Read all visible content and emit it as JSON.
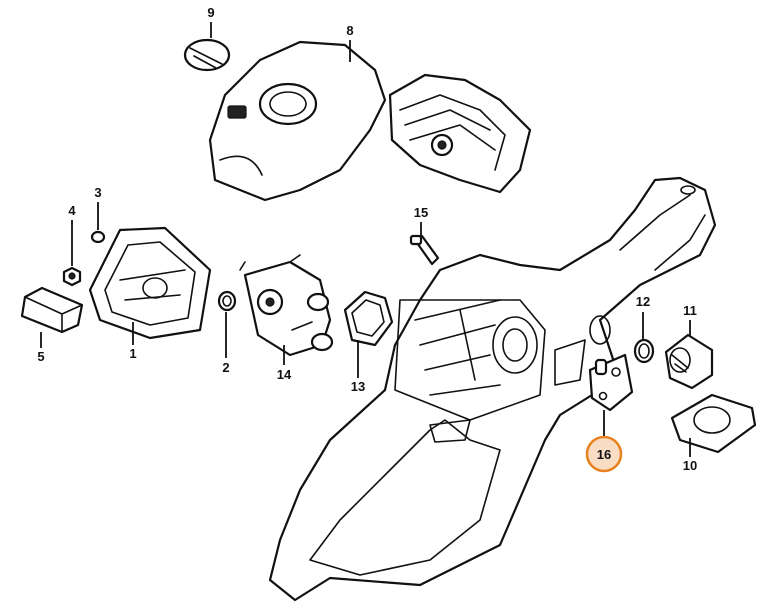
{
  "diagram": {
    "callouts": [
      {
        "id": "c1",
        "label": "1"
      },
      {
        "id": "c2",
        "label": "2"
      },
      {
        "id": "c3",
        "label": "3"
      },
      {
        "id": "c4",
        "label": "4"
      },
      {
        "id": "c5",
        "label": "5"
      },
      {
        "id": "c8",
        "label": "8"
      },
      {
        "id": "c9",
        "label": "9"
      },
      {
        "id": "c10",
        "label": "10"
      },
      {
        "id": "c11",
        "label": "11"
      },
      {
        "id": "c12",
        "label": "12"
      },
      {
        "id": "c13",
        "label": "13"
      },
      {
        "id": "c14",
        "label": "14"
      },
      {
        "id": "c15",
        "label": "15"
      },
      {
        "id": "c16",
        "label": "16",
        "highlighted": true
      }
    ],
    "highlight_color": "#e8801e",
    "highlight_fill": "#f8dcc4"
  }
}
